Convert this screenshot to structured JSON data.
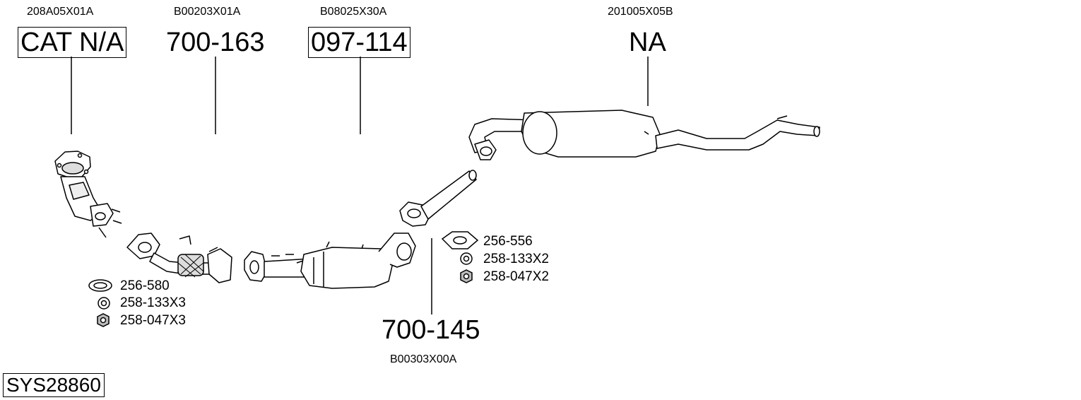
{
  "parts": [
    {
      "id": "catalyst-front",
      "code": "208A05X01A",
      "label": "CAT N/A",
      "boxed": true
    },
    {
      "id": "front-pipe",
      "code": "B00203X01A",
      "label": "700-163",
      "boxed": false
    },
    {
      "id": "catalyst-mid",
      "code": "B08025X30A",
      "label": "097-114",
      "boxed": true
    },
    {
      "id": "rear-silencer",
      "code": "201005X05B",
      "label": "NA",
      "boxed": false
    },
    {
      "id": "centre-pipe",
      "code": "B00303X00A",
      "label": "700-145",
      "boxed": false
    }
  ],
  "accessories_left": [
    {
      "icon": "gasket-ring-icon",
      "text": "256-580"
    },
    {
      "icon": "washer-icon",
      "text": "258-133X3"
    },
    {
      "icon": "nut-icon",
      "text": "258-047X3"
    }
  ],
  "accessories_right": [
    {
      "icon": "flange-gasket-icon",
      "text": "256-556"
    },
    {
      "icon": "washer-icon",
      "text": "258-133X2"
    },
    {
      "icon": "nut-icon",
      "text": "258-047X2"
    }
  ],
  "system_id": "SYS28860"
}
